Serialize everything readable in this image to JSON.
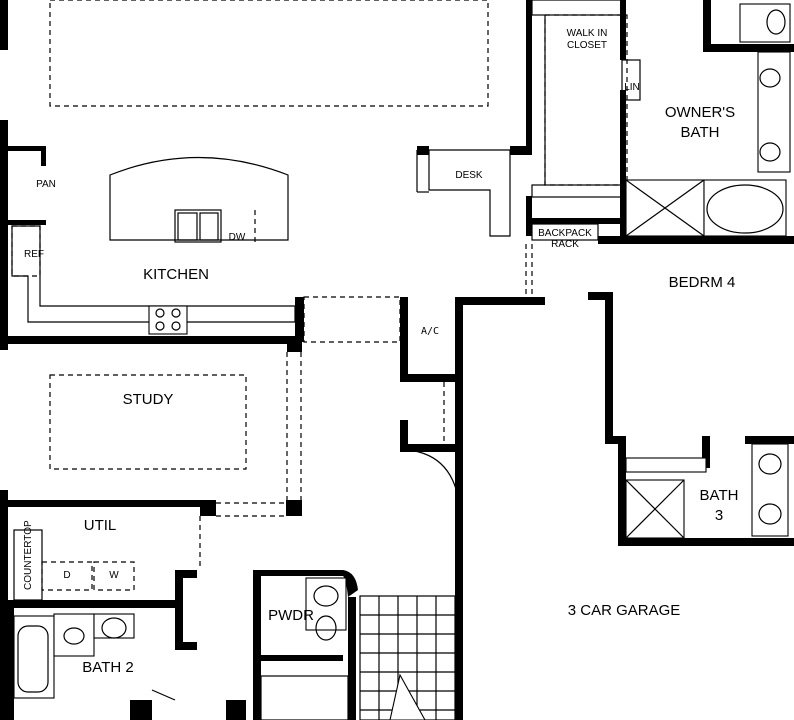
{
  "rooms": {
    "kitchen": "KITCHEN",
    "study": "STUDY",
    "util": "UTIL",
    "bath2": "BATH 2",
    "pwdr": "PWDR",
    "garage": "3 CAR GARAGE",
    "bedrm4": "BEDRM 4",
    "bath3_line1": "BATH",
    "bath3_line2": "3",
    "owners_bath_line1": "OWNER'S",
    "owners_bath_line2": "BATH"
  },
  "labels": {
    "pan": "PAN",
    "ref": "REF",
    "dw": "DW",
    "desk": "DESK",
    "walk_in_line1": "WALK IN",
    "walk_in_line2": "CLOSET",
    "lin": "LIN",
    "backpack_line1": "BACKPACK",
    "backpack_line2": "RACK",
    "ac": "A/C",
    "countertop": "COUNTERTOP",
    "d": "D",
    "w": "W"
  }
}
